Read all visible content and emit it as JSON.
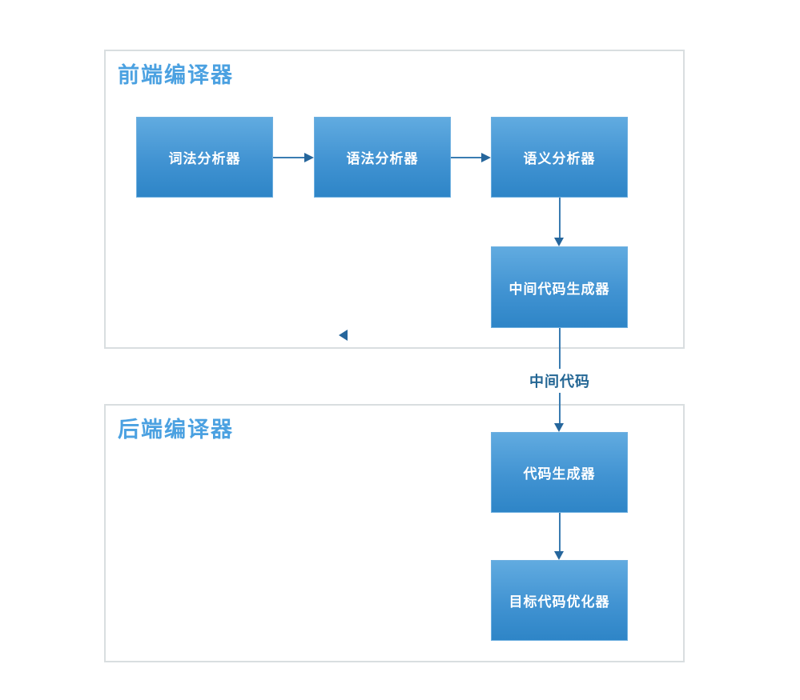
{
  "diagram": {
    "groups": [
      {
        "id": "frontend",
        "title": "前端编译器"
      },
      {
        "id": "backend",
        "title": "后端编译器"
      }
    ],
    "nodes": [
      {
        "id": "lexical-analyzer",
        "label": "词法分析器"
      },
      {
        "id": "syntax-analyzer",
        "label": "语法分析器"
      },
      {
        "id": "semantic-analyzer",
        "label": "语义分析器"
      },
      {
        "id": "intermediate-code-generator",
        "label": "中间代码生成器"
      },
      {
        "id": "code-generator",
        "label": "代码生成器"
      },
      {
        "id": "target-code-optimizer",
        "label": "目标代码优化器"
      }
    ],
    "edge_label": "中间代码",
    "colors": {
      "background": "#FFFFFF",
      "node_gradient_top": "#61ABE0",
      "node_gradient_bottom": "#2E85C7",
      "node_border": "#6FB0E0",
      "node_text": "#FFFFFF",
      "group_border": "#D9DEE0",
      "group_title": "#4BA1E1",
      "connector_line": "#3A7CB1",
      "arrowhead": "#26669C",
      "edge_label_color": "#236694"
    }
  }
}
